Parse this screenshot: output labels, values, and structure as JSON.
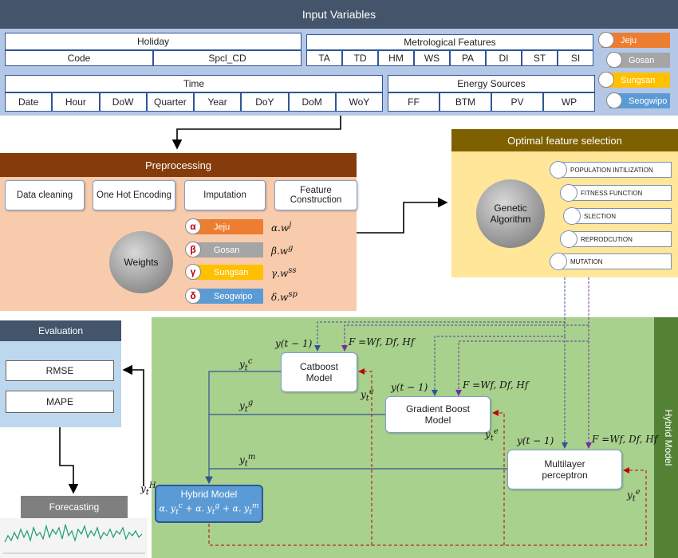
{
  "input_variables": {
    "title": "Input Variables",
    "holiday": {
      "label": "Holiday",
      "fields": [
        "Code",
        "Spcl_CD"
      ]
    },
    "metrological": {
      "label": "Metrological Features",
      "fields": [
        "TA",
        "TD",
        "HM",
        "WS",
        "PA",
        "DI",
        "ST",
        "SI"
      ]
    },
    "time": {
      "label": "Time",
      "fields": [
        "Date",
        "Hour",
        "DoW",
        "Quarter",
        "Year",
        "DoY",
        "DoM",
        "WoY"
      ]
    },
    "energy": {
      "label": "Energy Sources",
      "fields": [
        "FF",
        "BTM",
        "PV",
        "WP"
      ]
    },
    "regions": [
      {
        "label": "Jeju",
        "color": "#ed7d31"
      },
      {
        "label": "Gosan",
        "color": "#a5a5a5"
      },
      {
        "label": "Sungsan",
        "color": "#ffc000"
      },
      {
        "label": "Seogwipo",
        "color": "#5b9bd5"
      }
    ]
  },
  "preprocessing": {
    "title": "Preprocessing",
    "steps": [
      "Data cleaning",
      "One Hot Encoding",
      "Imputation",
      "Feature\nConstruction"
    ],
    "weights_label": "Weights",
    "weights": [
      {
        "symbol": "α",
        "label": "Jeju",
        "formula": "α.w",
        "sup": "j",
        "color": "#ed7d31"
      },
      {
        "symbol": "β",
        "label": "Gosan",
        "formula": "β.w",
        "sup": "g",
        "color": "#a5a5a5"
      },
      {
        "symbol": "γ",
        "label": "Sungsan",
        "formula": "γ.w",
        "sup": "ss",
        "color": "#ffc000"
      },
      {
        "symbol": "δ",
        "label": "Seogwipo",
        "formula": "δ.w",
        "sup": "sp",
        "color": "#5b9bd5"
      }
    ]
  },
  "feature_selection": {
    "title": "Optimal feature selection",
    "algorithm": "Genetic\nAlgorithm",
    "steps": [
      "POPULATION INTILIZATION",
      "FITNESS FUNCTION",
      "SLECTION",
      "REPRODCUTION",
      "MUTATION"
    ]
  },
  "evaluation": {
    "title": "Evaluation",
    "metrics": [
      "RMSE",
      "MAPE"
    ]
  },
  "forecasting": {
    "title": "Forecasting"
  },
  "hybrid": {
    "side_label": "Hybrid Model",
    "models": {
      "catboost": "Catboost\nModel",
      "gradient": "Gradient Boost\nModel",
      "mlp": "Multilayer\nperceptron"
    },
    "hybrid_box": {
      "title": "Hybrid Model",
      "formula": "α. y"
    },
    "labels": {
      "y_prev": "y(t − 1)",
      "f_eq": "F =Wf, Df, Hf"
    }
  }
}
